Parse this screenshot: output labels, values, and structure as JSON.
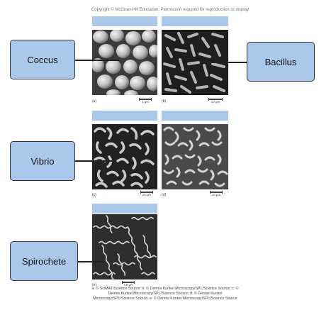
{
  "copyright": "Copyright © McGraw-Hill Education. Permission required for reproduction or display",
  "labels": {
    "coccus": "Coccus",
    "bacillus": "Bacillus",
    "vibrio": "Vibrio",
    "spirochete": "Spirochete"
  },
  "panels": {
    "a": {
      "letter": "(a)",
      "scale": "1 µm"
    },
    "b": {
      "letter": "(b)",
      "scale": "12 µm"
    },
    "c": {
      "letter": "(c)",
      "scale": "10 µm"
    },
    "d": {
      "letter": "(d)",
      "scale": "10 µm"
    },
    "e": {
      "letter": "(e)",
      "scale": "7.5 µm"
    }
  },
  "credits": "a: © SciMAT/Science Source; b: © Dennis Kunkel Microscopy/SPL/Science Source; c: © Dennis Kunkel Microscopy/SPL/Science Source; d: © Dennis Kunkel Microscopy/SPL/Science Source; e: © Dennis Kunkel Microscopy/SPL/Science Source",
  "colors": {
    "label_fill": "#a9c8ea",
    "header_fill": "#a9c8ea",
    "border": "#333333"
  }
}
